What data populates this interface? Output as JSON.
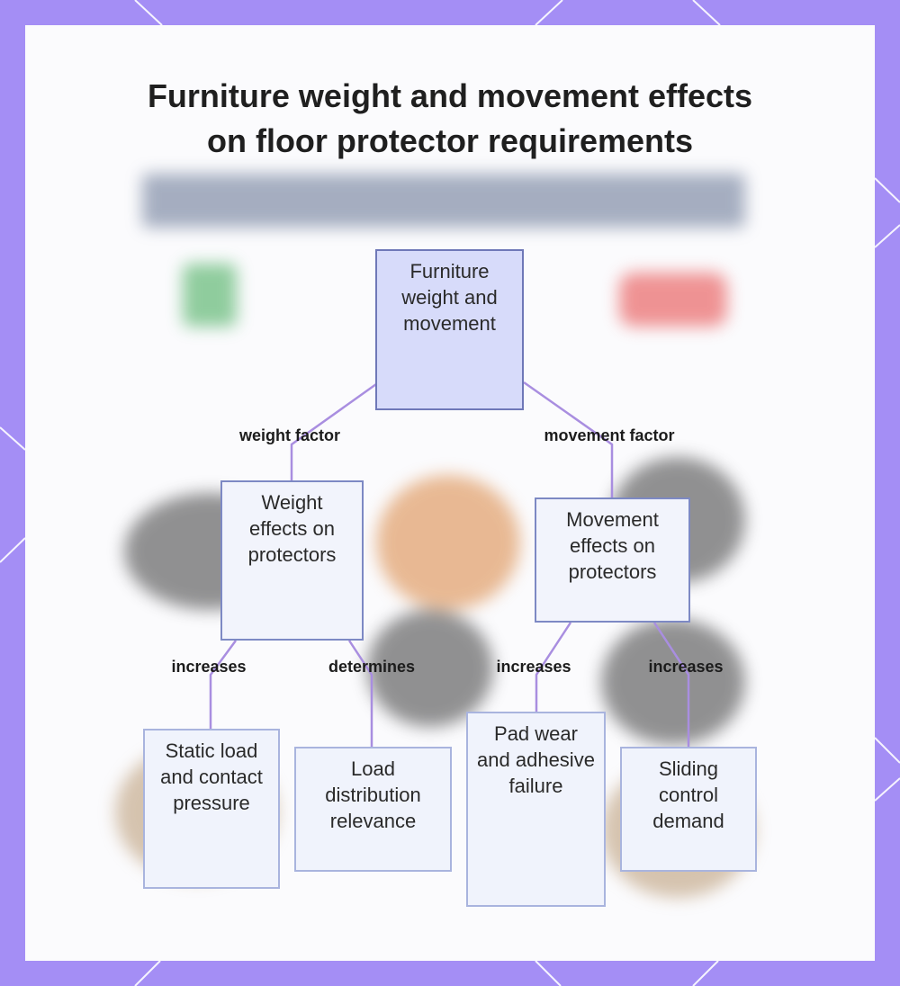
{
  "diagram": {
    "title": "Furniture weight and movement effects on floor protector requirements",
    "nodes": {
      "root": "Furniture weight and movement",
      "weight": "Weight effects on protectors",
      "movement": "Movement effects on protectors",
      "static": "Static load and contact pressure",
      "load": "Load distribution relevance",
      "pad": "Pad wear and adhesive failure",
      "sliding": "Sliding control demand"
    },
    "edges": {
      "weight_factor": "weight factor",
      "movement_factor": "movement factor",
      "increases_static": "increases",
      "determines_load": "determines",
      "increases_pad": "increases",
      "increases_sliding": "increases"
    }
  },
  "colors": {
    "frame": "#a48ef5",
    "edge": "#a98ee0",
    "root_fill": "#d7dbfa"
  }
}
